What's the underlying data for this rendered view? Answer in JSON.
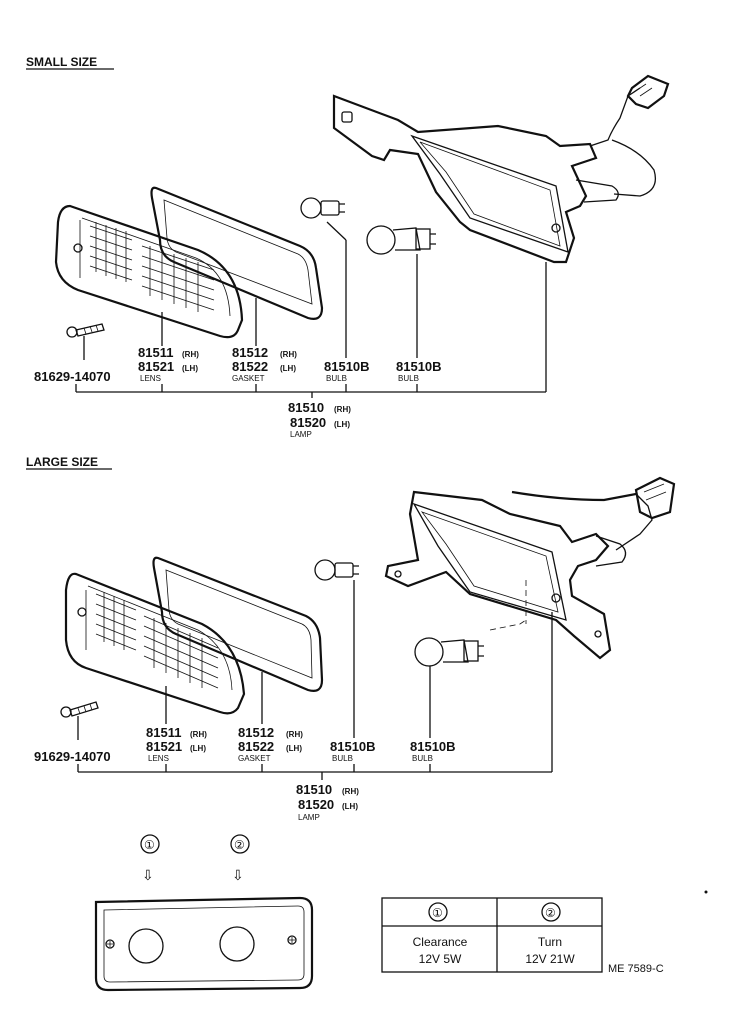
{
  "sections": {
    "small": {
      "title": "SMALL SIZE",
      "parts": {
        "screw": {
          "num": "81629-14070"
        },
        "lens": {
          "rh": "81511",
          "rh_suffix": "(RH)",
          "lh": "81521",
          "lh_suffix": "(LH)",
          "name": "LENS"
        },
        "gasket": {
          "rh": "81512",
          "rh_suffix": "(RH)",
          "lh": "81522",
          "lh_suffix": "(LH)",
          "name": "GASKET"
        },
        "bulb1": {
          "num": "81510B",
          "name": "BULB"
        },
        "bulb2": {
          "num": "81510B",
          "name": "BULB"
        },
        "lamp": {
          "rh": "81510",
          "rh_suffix": "(RH)",
          "lh": "81520",
          "lh_suffix": "(LH)",
          "name": "LAMP"
        }
      }
    },
    "large": {
      "title": "LARGE SIZE",
      "parts": {
        "screw": {
          "num": "91629-14070"
        },
        "lens": {
          "rh": "81511",
          "rh_suffix": "(RH)",
          "lh": "81521",
          "lh_suffix": "(LH)",
          "name": "LENS"
        },
        "gasket": {
          "rh": "81512",
          "rh_suffix": "(RH)",
          "lh": "81522",
          "lh_suffix": "(LH)",
          "name": "GASKET"
        },
        "bulb1": {
          "num": "81510B",
          "name": "BULB"
        },
        "bulb2": {
          "num": "81510B",
          "name": "BULB"
        },
        "lamp": {
          "rh": "81510",
          "rh_suffix": "(RH)",
          "lh": "81520",
          "lh_suffix": "(LH)",
          "name": "LAMP"
        }
      }
    }
  },
  "bulb_diagram": {
    "markers": [
      "①",
      "②"
    ],
    "arrow": "⇩"
  },
  "bulb_table": {
    "headers": [
      "①",
      "②"
    ],
    "rows": [
      {
        "use": "Clearance",
        "spec": "12V 5W"
      },
      {
        "use": "Turn",
        "spec": "12V 21W"
      }
    ]
  },
  "figure_code": "ME 7589-C"
}
